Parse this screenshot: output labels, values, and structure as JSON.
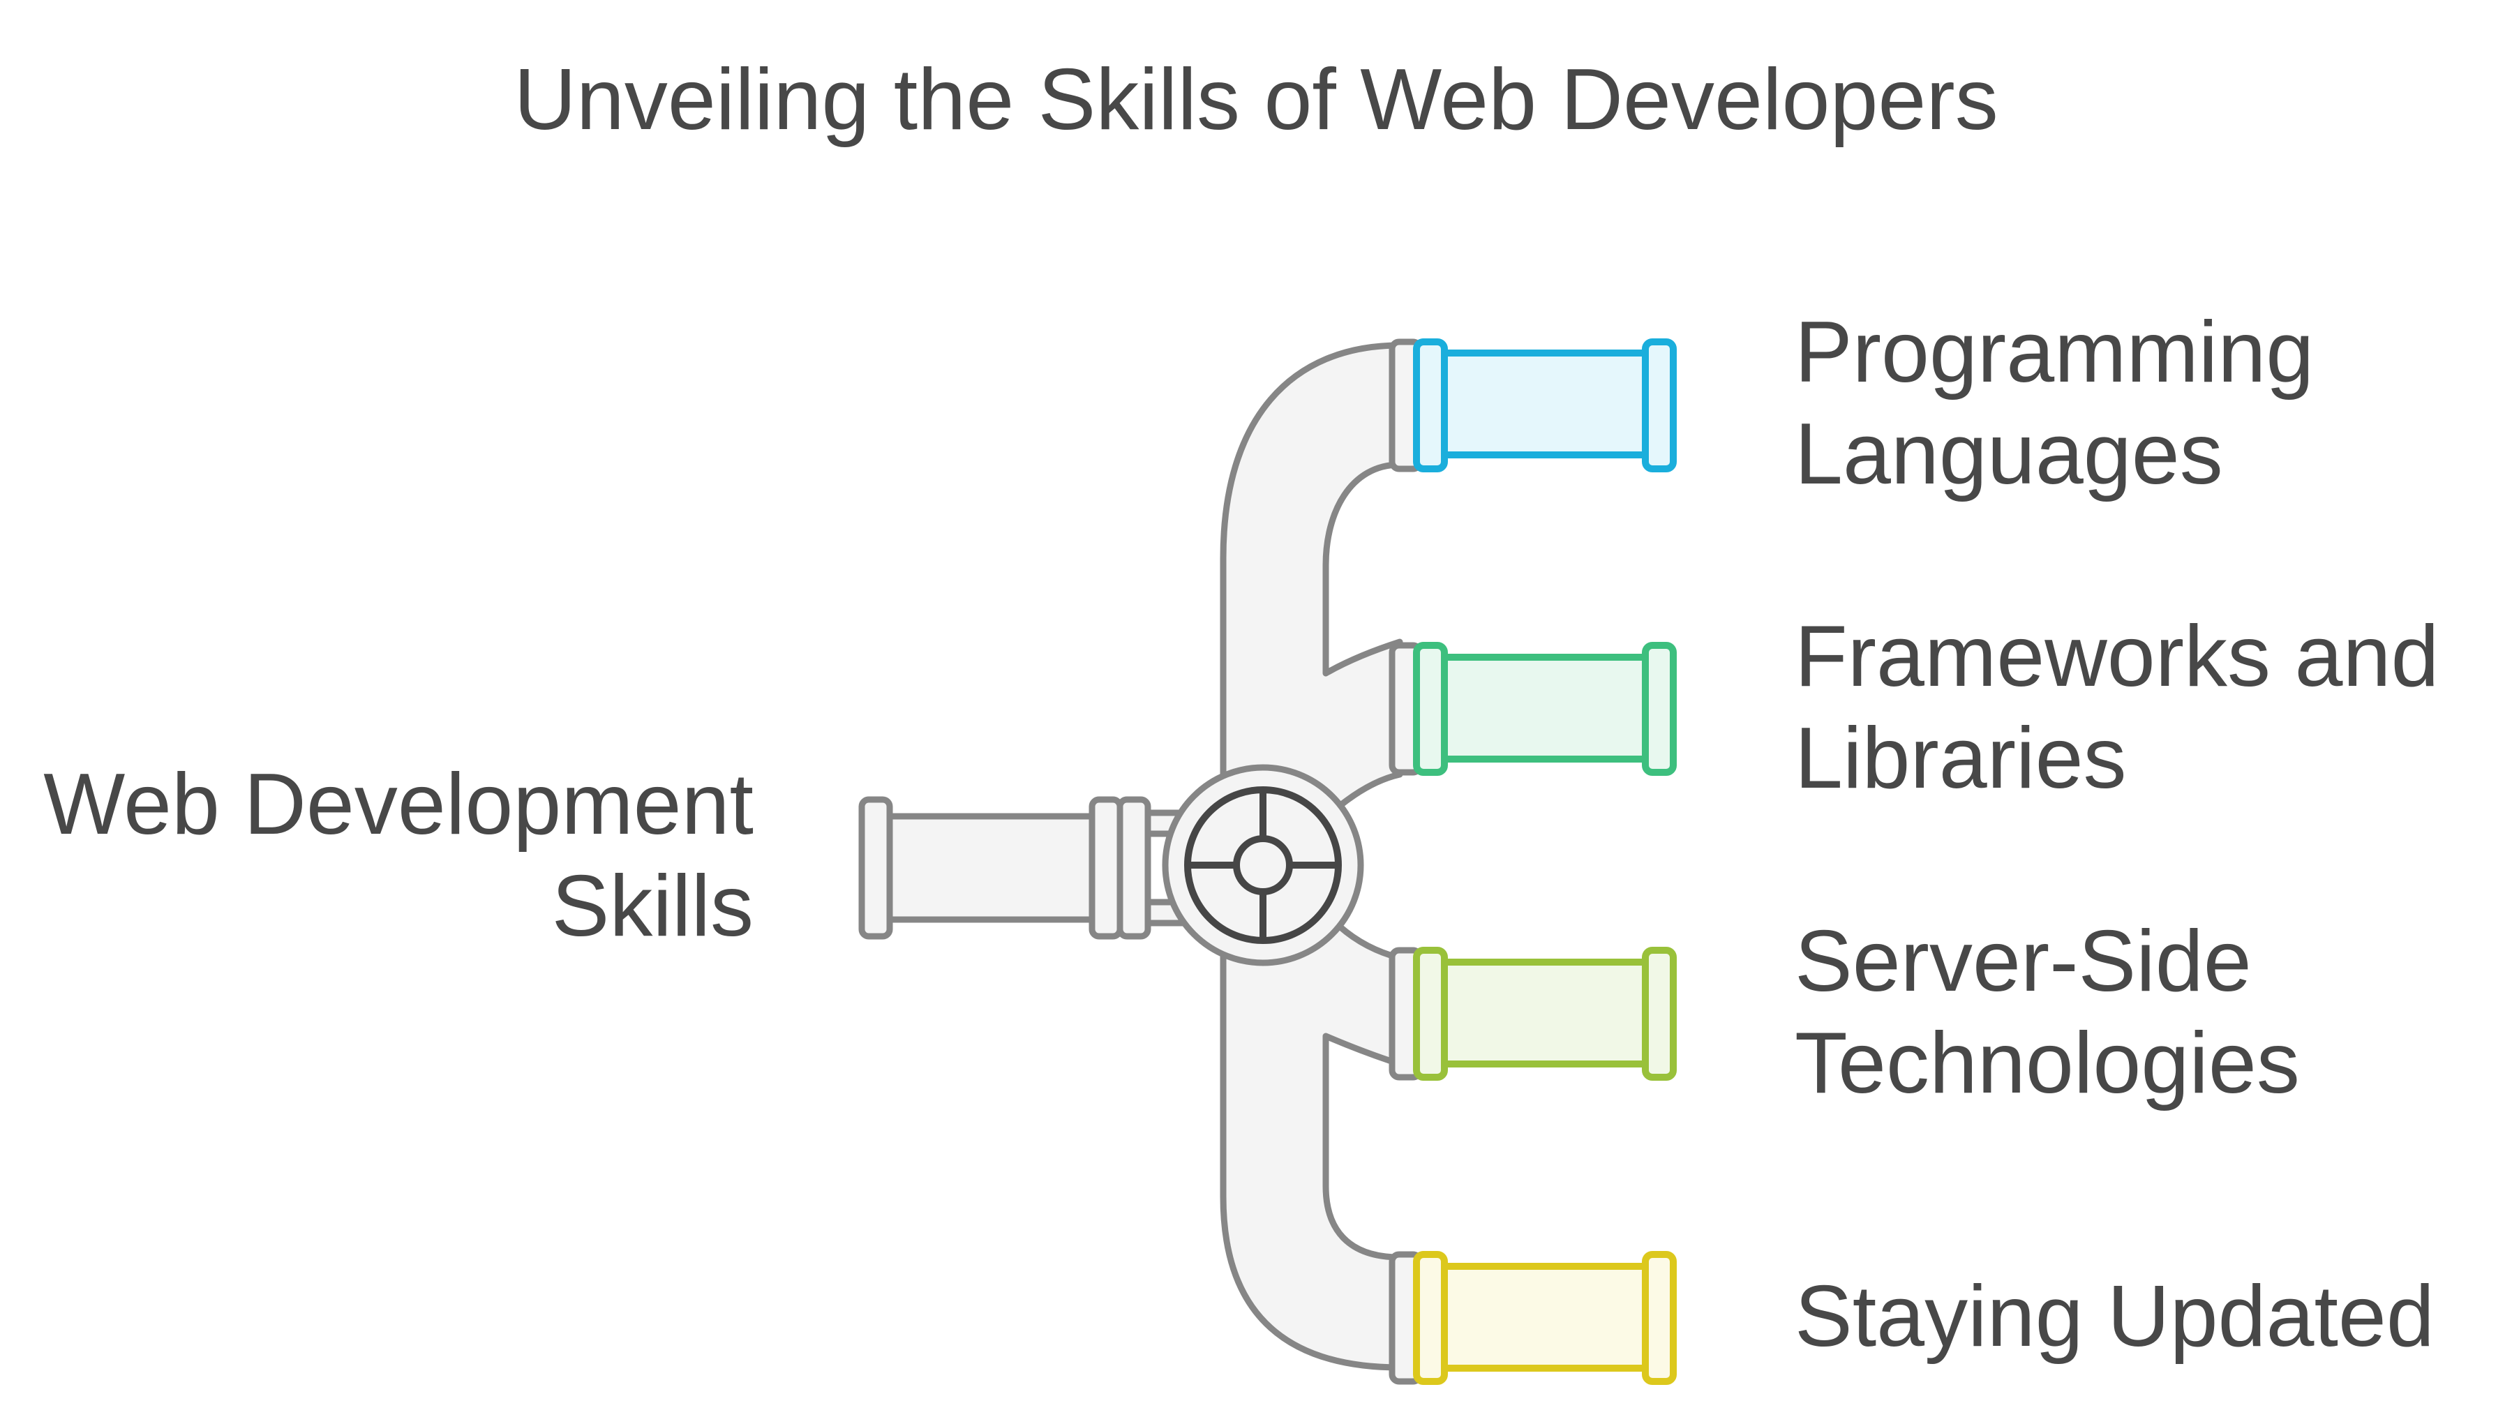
{
  "title": "Unveiling the Skills of Web Developers",
  "source": {
    "label": "Web Development\nSkills"
  },
  "branches": [
    {
      "label": "Programming\nLanguages",
      "color": "#1AAEDC",
      "fill": "#E5F7FC"
    },
    {
      "label": "Frameworks and\nLibraries",
      "color": "#3DBF7E",
      "fill": "#E8F8EF"
    },
    {
      "label": "Server-Side\nTechnologies",
      "color": "#99C13A",
      "fill": "#F1F8E7"
    },
    {
      "label": "Staying Updated",
      "color": "#DCC81C",
      "fill": "#FCFAE6"
    }
  ],
  "colors": {
    "pipe_stroke": "#868686",
    "pipe_fill": "#F4F4F4",
    "valve_stroke": "#464646",
    "text": "#484848"
  }
}
